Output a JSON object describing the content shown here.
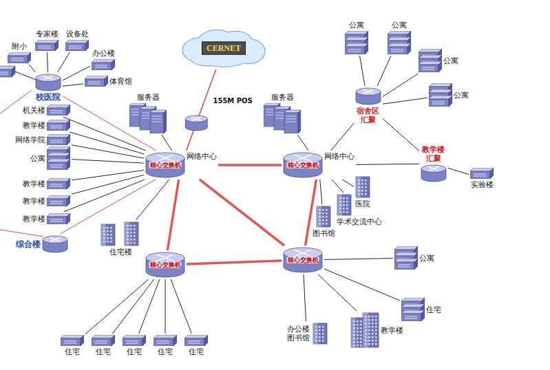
{
  "diagram": {
    "nodes": [
      {
        "text": [
          "CERNET"
        ]
      },
      {
        "text": [
          "附小"
        ]
      },
      {
        "text": [
          "专家楼"
        ]
      },
      {
        "text": [
          "设备处"
        ]
      },
      {
        "text": [
          "办公楼"
        ]
      },
      {
        "text": [
          "体育馆"
        ]
      },
      {
        "text": [
          "校医院"
        ]
      },
      {
        "text": [
          "服务器"
        ]
      },
      {
        "text": [
          "核心交换机",
          "网络中心"
        ]
      },
      {
        "text": [
          "服务器"
        ]
      },
      {
        "text": [
          "公寓"
        ]
      },
      {
        "text": [
          "公寓"
        ]
      },
      {
        "text": [
          "公寓"
        ]
      },
      {
        "text": [
          "宿舍区 汇聚"
        ]
      },
      {
        "text": [
          "公寓"
        ]
      },
      {
        "text": [
          "核心交换机",
          "网络中心"
        ]
      },
      {
        "text": [
          "教学楼 汇聚"
        ]
      },
      {
        "text": [
          "实验楼"
        ]
      },
      {
        "text": [
          "机关楼"
        ]
      },
      {
        "text": [
          "教学楼"
        ]
      },
      {
        "text": [
          "网络学院"
        ]
      },
      {
        "text": [
          "公寓"
        ]
      },
      {
        "text": [
          "教学楼"
        ]
      },
      {
        "text": [
          "教学楼"
        ]
      },
      {
        "text": [
          "教学楼"
        ]
      },
      {
        "text": [
          "医院"
        ]
      },
      {
        "text": [
          "学术交流中心"
        ]
      },
      {
        "text": [
          "图书馆"
        ]
      },
      {
        "text": [
          "综合楼"
        ]
      },
      {
        "text": [
          "住宅楼"
        ]
      },
      {
        "text": [
          "核心交换机"
        ]
      },
      {
        "text": [
          "核心交换机"
        ]
      },
      {
        "text": [
          "公寓"
        ]
      },
      {
        "text": [
          "住宅"
        ]
      },
      {
        "text": [
          "办公楼 图书馆"
        ]
      },
      {
        "text": [
          "教学楼"
        ]
      },
      {
        "text": [
          "住宅"
        ]
      },
      {
        "text": [
          "住宅"
        ]
      },
      {
        "text": [
          "住宅"
        ]
      },
      {
        "text": [
          "住宅"
        ]
      },
      {
        "text": [
          "住宅"
        ]
      }
    ],
    "edges": [
      {
        "from": 0,
        "to": 8,
        "arrow": "none",
        "label": "155M POS"
      },
      {
        "from": 1,
        "to": 6,
        "arrow": "none"
      },
      {
        "from": 2,
        "to": 6,
        "arrow": "none"
      },
      {
        "from": 3,
        "to": 6,
        "arrow": "none"
      },
      {
        "from": 4,
        "to": 6,
        "arrow": "none"
      },
      {
        "from": 5,
        "to": 6,
        "arrow": "none"
      },
      {
        "from": 6,
        "to": 8,
        "arrow": "none"
      },
      {
        "from": 7,
        "to": 8,
        "arrow": "none"
      },
      {
        "from": 18,
        "to": 8,
        "arrow": "none"
      },
      {
        "from": 19,
        "to": 8,
        "arrow": "none"
      },
      {
        "from": 20,
        "to": 8,
        "arrow": "none"
      },
      {
        "from": 21,
        "to": 8,
        "arrow": "none"
      },
      {
        "from": 22,
        "to": 8,
        "arrow": "none"
      },
      {
        "from": 23,
        "to": 8,
        "arrow": "none"
      },
      {
        "from": 24,
        "to": 8,
        "arrow": "none"
      },
      {
        "from": 28,
        "to": 8,
        "arrow": "none"
      },
      {
        "from": 29,
        "to": 8,
        "arrow": "none"
      },
      {
        "from": 8,
        "to": 15,
        "arrow": "none"
      },
      {
        "from": 8,
        "to": 30,
        "arrow": "none"
      },
      {
        "from": 8,
        "to": 31,
        "arrow": "none"
      },
      {
        "from": 15,
        "to": 31,
        "arrow": "none"
      },
      {
        "from": 30,
        "to": 31,
        "arrow": "none"
      },
      {
        "from": 9,
        "to": 15,
        "arrow": "none"
      },
      {
        "from": 10,
        "to": 13,
        "arrow": "none"
      },
      {
        "from": 11,
        "to": 13,
        "arrow": "none"
      },
      {
        "from": 12,
        "to": 13,
        "arrow": "none"
      },
      {
        "from": 14,
        "to": 13,
        "arrow": "none"
      },
      {
        "from": 13,
        "to": 15,
        "arrow": "none"
      },
      {
        "from": 13,
        "to": 16,
        "arrow": "none"
      },
      {
        "from": 15,
        "to": 16,
        "arrow": "none"
      },
      {
        "from": 16,
        "to": 17,
        "arrow": "none"
      },
      {
        "from": 25,
        "to": 15,
        "arrow": "none"
      },
      {
        "from": 26,
        "to": 15,
        "arrow": "none"
      },
      {
        "from": 27,
        "to": 15,
        "arrow": "none"
      },
      {
        "from": 32,
        "to": 31,
        "arrow": "none"
      },
      {
        "from": 33,
        "to": 31,
        "arrow": "none"
      },
      {
        "from": 34,
        "to": 31,
        "arrow": "none"
      },
      {
        "from": 35,
        "to": 31,
        "arrow": "none"
      },
      {
        "from": 36,
        "to": 30,
        "arrow": "none"
      },
      {
        "from": 37,
        "to": 30,
        "arrow": "none"
      },
      {
        "from": 38,
        "to": 30,
        "arrow": "none"
      },
      {
        "from": 39,
        "to": 30,
        "arrow": "none"
      },
      {
        "from": 40,
        "to": 30,
        "arrow": "none"
      }
    ]
  }
}
